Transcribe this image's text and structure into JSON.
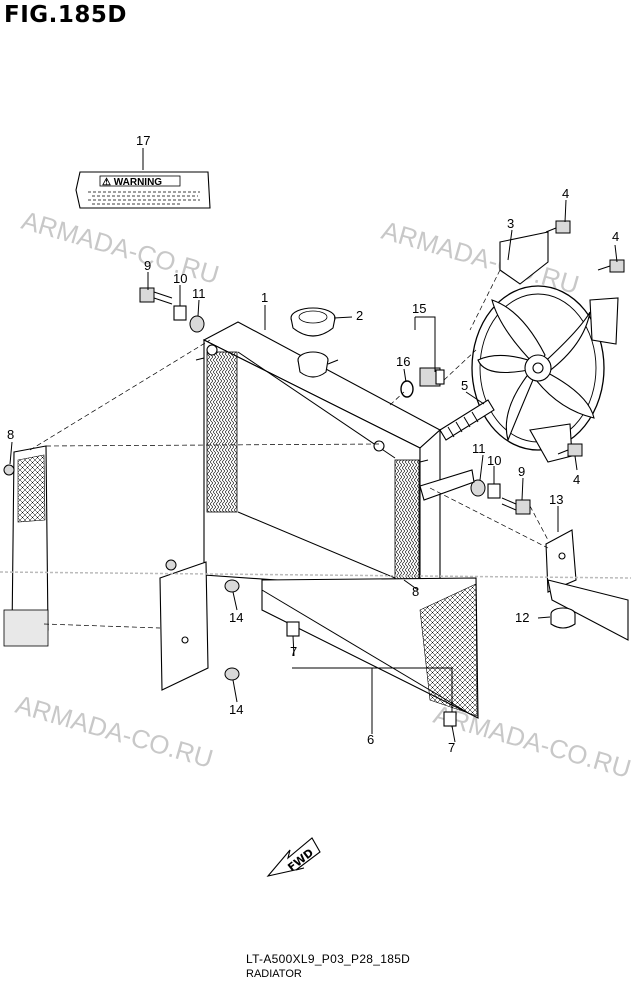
{
  "figure_title": "FIG.185D",
  "footer": {
    "model_code": "LT-A500XL9_P03_P28_185D",
    "section_name": "RADIATOR"
  },
  "watermark": "ARMADA-CO.RU",
  "warning_label": {
    "heading": "⚠ WARNING"
  },
  "fwd_label": "FWD",
  "callouts": [
    {
      "id": "c17",
      "label": "17"
    },
    {
      "id": "c1",
      "label": "1"
    },
    {
      "id": "c2",
      "label": "2"
    },
    {
      "id": "c15",
      "label": "15"
    },
    {
      "id": "c16",
      "label": "16"
    },
    {
      "id": "c5",
      "label": "5"
    },
    {
      "id": "c3",
      "label": "3"
    },
    {
      "id": "c4a",
      "label": "4"
    },
    {
      "id": "c4b",
      "label": "4"
    },
    {
      "id": "c4c",
      "label": "4"
    },
    {
      "id": "c9a",
      "label": "9"
    },
    {
      "id": "c10a",
      "label": "10"
    },
    {
      "id": "c11a",
      "label": "11"
    },
    {
      "id": "c8a",
      "label": "8"
    },
    {
      "id": "c11b",
      "label": "11"
    },
    {
      "id": "c10b",
      "label": "10"
    },
    {
      "id": "c9b",
      "label": "9"
    },
    {
      "id": "c13",
      "label": "13"
    },
    {
      "id": "c8b",
      "label": "8"
    },
    {
      "id": "c12",
      "label": "12"
    },
    {
      "id": "c14a",
      "label": "14"
    },
    {
      "id": "c14b",
      "label": "14"
    },
    {
      "id": "c7a",
      "label": "7"
    },
    {
      "id": "c6",
      "label": "6"
    },
    {
      "id": "c7b",
      "label": "7"
    }
  ]
}
